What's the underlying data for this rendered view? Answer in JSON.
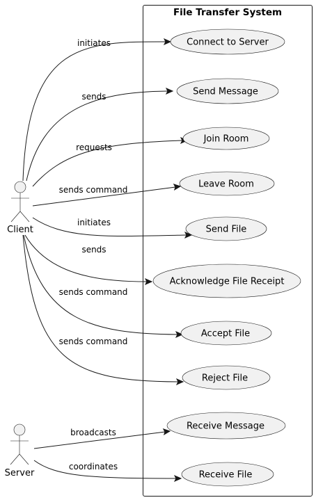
{
  "system": {
    "title": "File Transfer System"
  },
  "actors": {
    "client": {
      "label": "Client"
    },
    "server": {
      "label": "Server"
    }
  },
  "use_cases": {
    "connect_to_server": "Connect to Server",
    "send_message": "Send Message",
    "join_room": "Join Room",
    "leave_room": "Leave Room",
    "send_file": "Send File",
    "acknowledge_file_receipt": "Acknowledge File Receipt",
    "accept_file": "Accept File",
    "reject_file": "Reject File",
    "receive_message": "Receive Message",
    "receive_file": "Receive File"
  },
  "relations": {
    "client_connect": "initiates",
    "client_send_message": "sends",
    "client_join_room": "requests",
    "client_leave_room": "sends command",
    "client_send_file": "initiates",
    "client_acknowledge": "sends",
    "client_accept": "sends command",
    "client_reject": "sends command",
    "server_receive_message": "broadcasts",
    "server_receive_file": "coordinates"
  },
  "colors": {
    "line": "#181818",
    "usecase_fill": "#f1f1f1",
    "background": "#ffffff"
  }
}
